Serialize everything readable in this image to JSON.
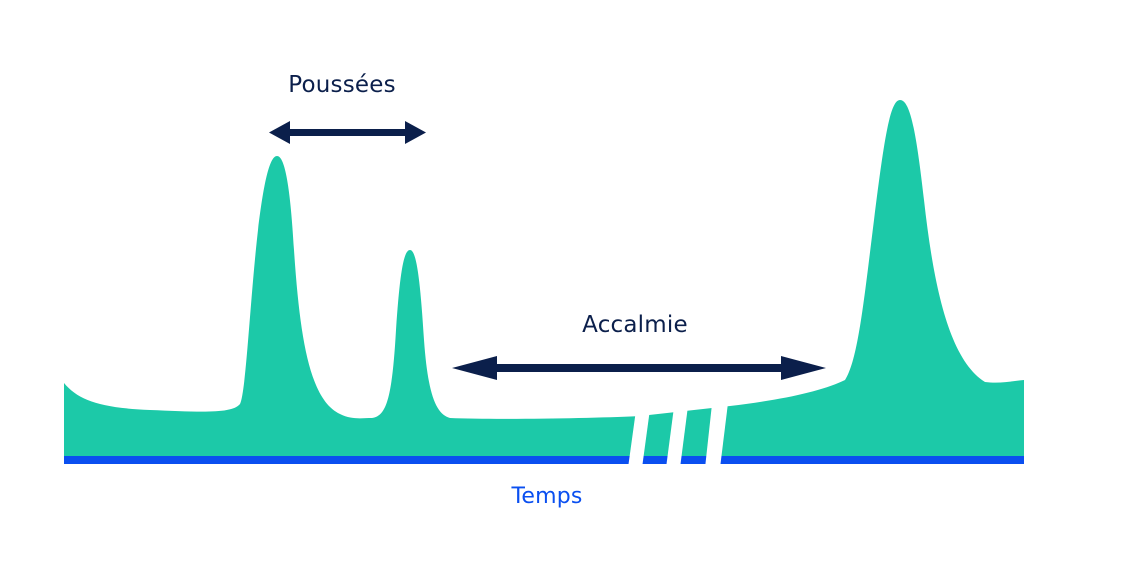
{
  "diagram": {
    "title": "",
    "labels": {
      "flare": "Poussées",
      "remission": "Accalmie",
      "time_axis": "Temps"
    },
    "colors": {
      "area_fill": "#1cc9a8",
      "axis_line": "#0a4ff0",
      "arrow": "#0b1f4b",
      "label_text": "#0b1f4b",
      "axis_label_text": "#0a4ff0",
      "background": "#ffffff"
    },
    "elements": [
      {
        "type": "area-curve",
        "description": "symptom intensity over time with three peaks"
      },
      {
        "type": "double-arrow",
        "label": "Poussées",
        "spans": "flare period"
      },
      {
        "type": "double-arrow",
        "label": "Accalmie",
        "spans": "remission period"
      },
      {
        "type": "axis-break",
        "count": 3,
        "description": "slanted break marks on time axis"
      },
      {
        "type": "axis",
        "label": "Temps",
        "orientation": "horizontal"
      }
    ]
  },
  "chart_data": {
    "type": "area",
    "title": "",
    "xlabel": "Temps",
    "ylabel": "",
    "annotations": [
      "Poussées",
      "Accalmie"
    ],
    "peaks": [
      {
        "order": 1,
        "relative_height": 0.82,
        "phase": "Poussées"
      },
      {
        "order": 2,
        "relative_height": 0.57,
        "phase": "Poussées"
      },
      {
        "order": 3,
        "relative_height": 1.0,
        "phase": "after Accalmie"
      }
    ],
    "grid": false,
    "axis_break": true
  }
}
